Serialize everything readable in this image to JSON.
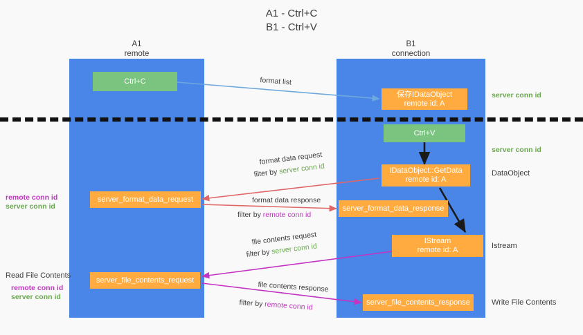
{
  "title": {
    "line1": "A1 - Ctrl+C",
    "line2": "B1 - Ctrl+V"
  },
  "lanes": [
    {
      "name": "A1",
      "sub": "remote"
    },
    {
      "name": "B1",
      "sub": "connection"
    }
  ],
  "nodes": {
    "ctrl_c": "Ctrl+C",
    "save_idataobject_title": "保存IDataObject",
    "save_idataobject_sub": "remote id: A",
    "ctrl_v": "Ctrl+V",
    "getdata_title": "IDataObject::GetData",
    "getdata_sub": "remote id: A",
    "server_format_data_request": "server_format_data_request",
    "server_format_data_response": "server_format_data_response",
    "istream_title": "IStream",
    "istream_sub": "remote id: A",
    "server_file_contents_request": "server_file_contents_request",
    "server_file_contents_response": "server_file_contents_response"
  },
  "edge_labels": {
    "format_list": "format list",
    "format_data_request": "format data request",
    "format_data_response": "format data response",
    "file_contents_request": "file contents request",
    "file_contents_response": "file contents response",
    "filter_by": "filter by ",
    "server_conn_id": "server conn id",
    "remote_conn_id": "remote conn id"
  },
  "annotations": {
    "server_conn_id_top": "server conn id",
    "server_conn_id_mid": "server conn id",
    "dataobject": "DataObject",
    "istream": "Istream",
    "write_file_contents": "Write File Contents",
    "read_file_contents": "Read File Contents",
    "remote_conn_id": "remote conn id",
    "server_conn_id": "server conn id"
  },
  "colors": {
    "lane": "#4a86e8",
    "green_box": "#7ac47f",
    "orange_box": "#ffab40",
    "server_conn_id": "#6aa84f",
    "remote_conn_id": "#c334c3",
    "arrow_blue": "#6fa8dc",
    "arrow_red": "#e06666",
    "arrow_magenta": "#c334c3",
    "arrow_dark": "#1a1a1a",
    "background": "#f9f9f9"
  }
}
